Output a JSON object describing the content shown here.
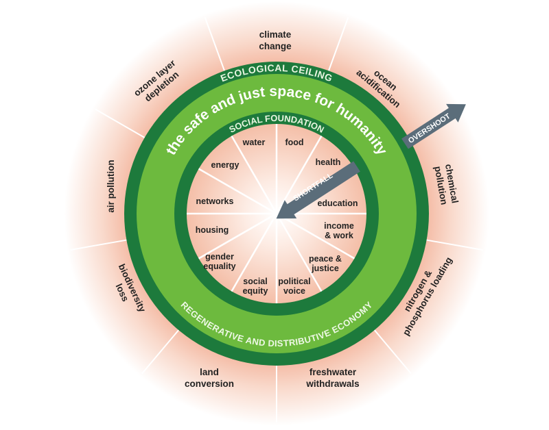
{
  "ecological_ceiling": "ECOLOGICAL CEILING",
  "safe_space": "the safe and just space for humanity",
  "social_foundation": "SOCIAL FOUNDATION",
  "economy": "REGENERATIVE AND DISTRIBUTIVE ECONOMY",
  "overshoot": "OVERSHOOT",
  "shortfall": "SHORTFALL",
  "outer": {
    "climate": [
      "climate",
      "change"
    ],
    "ocean": [
      "ocean",
      "acidification"
    ],
    "chemical": [
      "chemical",
      "pollution"
    ],
    "nitrogen": [
      "nitrogen &",
      "phosphorus loading"
    ],
    "freshwater": [
      "freshwater",
      "withdrawals"
    ],
    "land": [
      "land",
      "conversion"
    ],
    "biodiversity": [
      "biodiversity",
      "loss"
    ],
    "air": [
      "air pollution"
    ],
    "ozone": [
      "ozone layer",
      "depletion"
    ]
  },
  "inner": {
    "water": "water",
    "food": "food",
    "health": "health",
    "education": "education",
    "income": [
      "income",
      "& work"
    ],
    "peace": [
      "peace &",
      "justice"
    ],
    "political": [
      "political",
      "voice"
    ],
    "social": [
      "social",
      "equity"
    ],
    "gender": [
      "gender",
      "equality"
    ],
    "housing": "housing",
    "networks": "networks",
    "energy": "energy"
  },
  "colors": {
    "dark_green": "#1d7a3c",
    "light_green": "#6dba3e",
    "pink": "#f6c7b3",
    "arrow": "#5b6d7a"
  }
}
